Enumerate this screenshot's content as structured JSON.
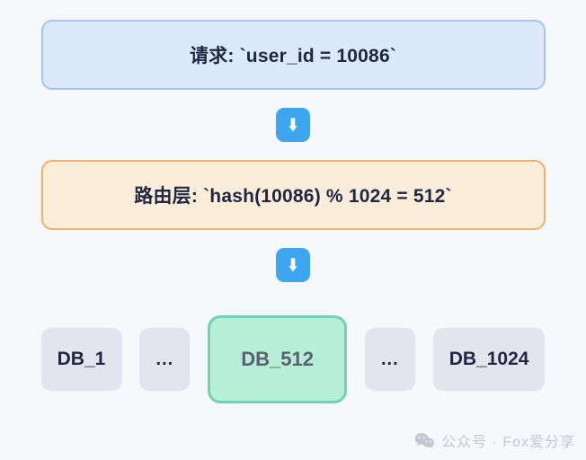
{
  "background_color": "#f7f8fb",
  "diagram": {
    "type": "flow",
    "stages": [
      {
        "id": "request",
        "label": "请求: `user_id = 10086`",
        "fill": "#dce9fb",
        "border": "#a5c6f2"
      },
      {
        "id": "router",
        "label": "路由层: `hash(10086) % 1024 = 512`",
        "fill": "#fceddb",
        "border": "#f0b169"
      }
    ],
    "connectors": [
      {
        "id": "connector-1",
        "icon": "arrow-down-icon",
        "color": "#3ea5ef"
      },
      {
        "id": "connector-2",
        "icon": "arrow-down-icon",
        "color": "#3ea5ef"
      }
    ],
    "shards": [
      {
        "id": "db-1",
        "label": "DB_1",
        "kind": "normal",
        "fill": "#e2e5ee",
        "text_color": "#1e2742"
      },
      {
        "id": "gap-1",
        "label": "...",
        "kind": "ellipsis",
        "fill": "#e2e5ee",
        "text_color": "#1e2742"
      },
      {
        "id": "db-512",
        "label": "DB_512",
        "kind": "active",
        "fill": "#b6eed8",
        "border": "#6ed3b4",
        "text_color": "#5a6270"
      },
      {
        "id": "gap-2",
        "label": "...",
        "kind": "ellipsis",
        "fill": "#e2e5ee",
        "text_color": "#1e2742"
      },
      {
        "id": "db-1024",
        "label": "DB_1024",
        "kind": "normal",
        "fill": "#e2e5ee",
        "text_color": "#1e2742"
      }
    ]
  },
  "watermark": {
    "icon": "wechat-icon",
    "text": "公众号 · Fox爱分享",
    "color": "#c3c8d2"
  }
}
